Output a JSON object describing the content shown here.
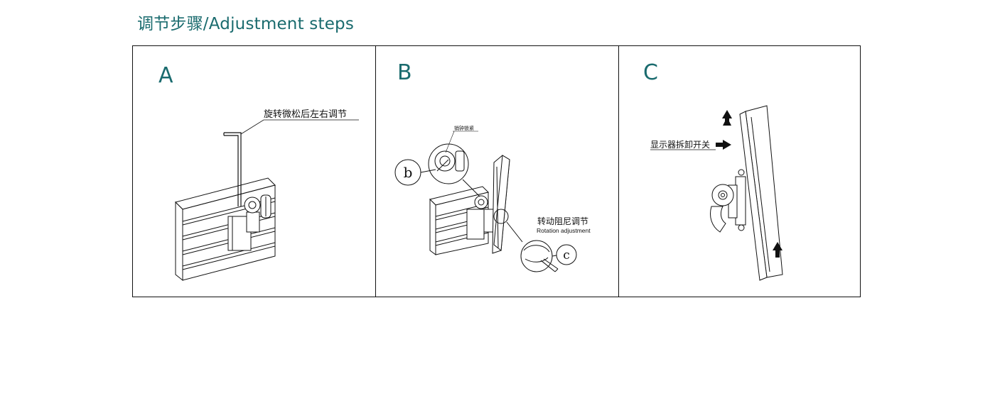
{
  "title": "调节步骤/Adjustment steps",
  "panels": [
    {
      "letter": "A",
      "label": "旋转微松后左右调节"
    },
    {
      "letter": "B",
      "callout_b": "b",
      "callout_c": "c",
      "small_label": "销钟锁紧",
      "label_cn": "转动阻尼调节",
      "label_en": "Rotation adjustment"
    },
    {
      "letter": "C",
      "label": "显示器拆卸开关"
    }
  ],
  "colors": {
    "accent": "#1a6b6e",
    "line": "#111111"
  }
}
